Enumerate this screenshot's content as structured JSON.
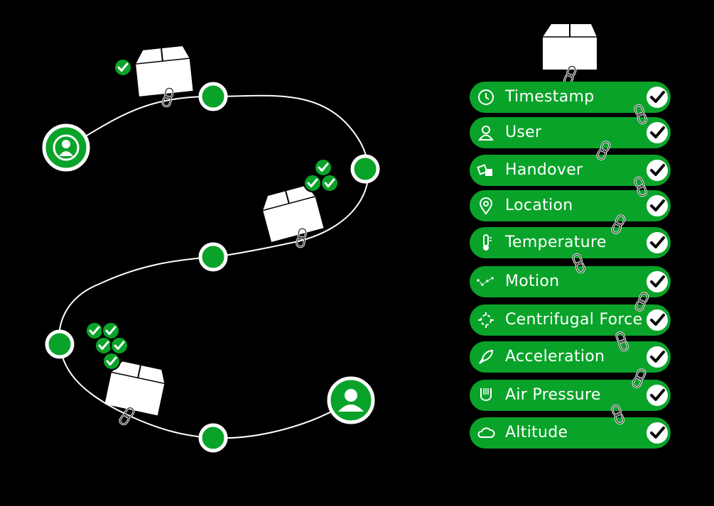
{
  "colors": {
    "accent": "#0aa32a",
    "background": "#000000",
    "foreground": "#ffffff"
  },
  "attributes": [
    {
      "label": "Timestamp",
      "icon": "clock-icon"
    },
    {
      "label": "User",
      "icon": "user-icon"
    },
    {
      "label": "Handover",
      "icon": "handover-icon"
    },
    {
      "label": "Location",
      "icon": "location-pin-icon"
    },
    {
      "label": "Temperature",
      "icon": "thermometer-icon"
    },
    {
      "label": "Motion",
      "icon": "motion-icon"
    },
    {
      "label": "Centrifugal Force",
      "icon": "centrifugal-force-icon"
    },
    {
      "label": "Acceleration",
      "icon": "rocket-icon"
    },
    {
      "label": "Air Pressure",
      "icon": "air-pressure-icon"
    },
    {
      "label": "Altitude",
      "icon": "cloud-icon"
    }
  ]
}
